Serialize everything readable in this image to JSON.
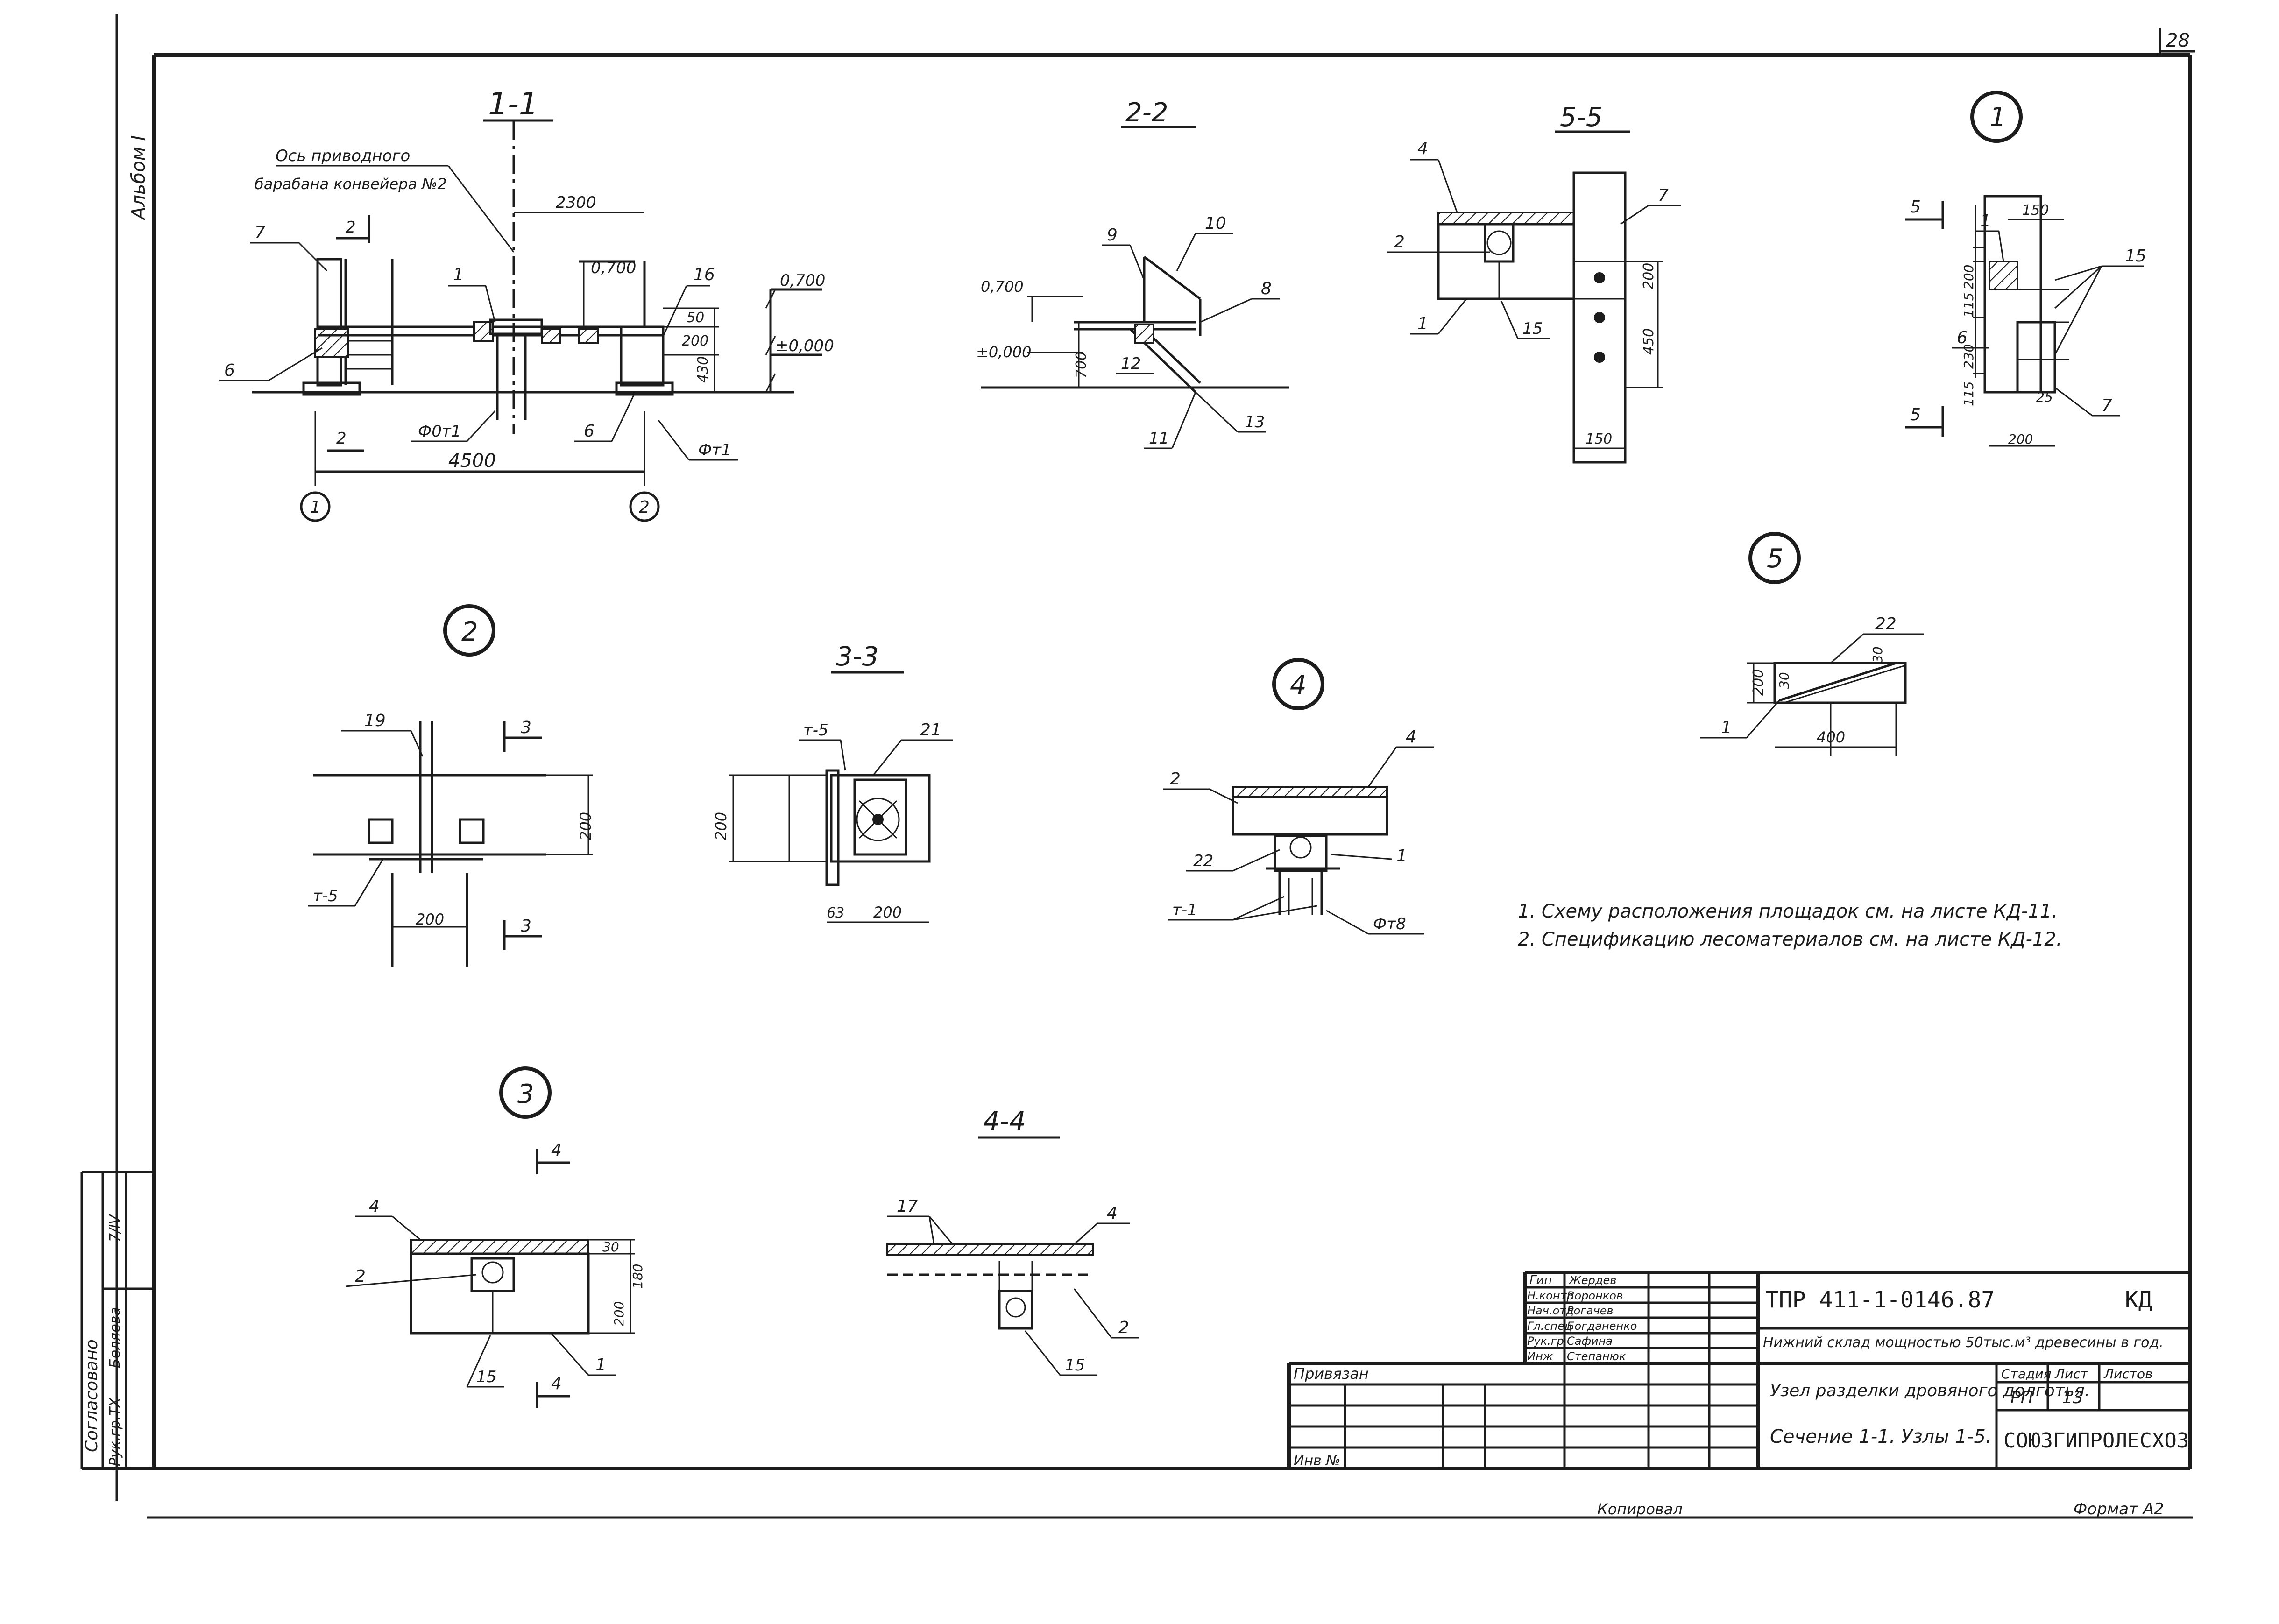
{
  "sheet": {
    "number": "28",
    "format_note": "Формат А2",
    "copied_note": "Копировал"
  },
  "side": {
    "album": "Альбом I",
    "agreed": "Согласовано",
    "dept": "Рук.гр.ТХ",
    "dept_name": "Беляева",
    "sig_date": "7/IV"
  },
  "views": {
    "v1": {
      "title": "1-1",
      "note": [
        "Ось приводного",
        "барабана конвейера №2"
      ],
      "dims": [
        "2300",
        "0,700",
        "0,700",
        "±0,000",
        "50",
        "200",
        "430",
        "4500"
      ],
      "leaders": [
        "7",
        "2",
        "1",
        "16",
        "6",
        "2",
        "6",
        "Ф0т1",
        "Фт1"
      ],
      "axes": [
        "1",
        "2"
      ]
    },
    "v2": {
      "title": "2-2",
      "dims": [
        "0,700",
        "±0,000",
        "700"
      ],
      "leaders": [
        "9",
        "10",
        "8",
        "12",
        "13",
        "11"
      ]
    },
    "v55": {
      "title": "5-5",
      "dims": [
        "200",
        "450",
        "150"
      ],
      "leaders": [
        "4",
        "7",
        "2",
        "1",
        "15"
      ]
    },
    "n1": {
      "title": "1",
      "dims": [
        "150",
        "200",
        "115",
        "230",
        "115",
        "25",
        "200"
      ],
      "leaders": [
        "5",
        "1",
        "15",
        "6",
        "7",
        "5"
      ]
    },
    "n2": {
      "title": "2",
      "dims": [
        "200",
        "200"
      ],
      "leaders": [
        "19",
        "3",
        "т-5",
        "3"
      ]
    },
    "v33": {
      "title": "3-3",
      "dims": [
        "200",
        "63",
        "200"
      ],
      "leaders": [
        "т-5",
        "21"
      ]
    },
    "n4": {
      "title": "4",
      "leaders": [
        "2",
        "4",
        "22",
        "1",
        "т-1",
        "Фт8"
      ]
    },
    "n5": {
      "title": "5",
      "dims": [
        "200",
        "30",
        "30",
        "400"
      ],
      "leaders": [
        "22",
        "1"
      ]
    },
    "n3": {
      "title": "3",
      "dims": [
        "30",
        "180",
        "200"
      ],
      "leaders": [
        "4",
        "4",
        "2",
        "15",
        "1",
        "4"
      ]
    },
    "v44": {
      "title": "4-4",
      "leaders": [
        "17",
        "4",
        "2",
        "15"
      ]
    }
  },
  "notes": [
    "1. Схему расположения площадок см. на листе КД-11.",
    "2. Спецификацию лесоматериалов см. на листе КД-12."
  ],
  "title_block": {
    "roles": [
      "Гип",
      "Н.контр",
      "Нач.отд",
      "Гл.спец",
      "Рук.гр",
      "Инж"
    ],
    "names": [
      "Жердев",
      "Воронков",
      "Рогачев",
      "Богданенко",
      "Сафина",
      "Степанюк"
    ],
    "doc_code": "ТПР 411-1-0146.87",
    "doc_mark": "КД",
    "project": "Нижний склад мощностью 50тыс.м³ древесины в год.",
    "drawing": "Узел разделки дровяного долготья.",
    "content": "Сечение 1-1. Узлы 1-5.",
    "stage_h": "Стадия",
    "sheet_h": "Лист",
    "sheets_h": "Листов",
    "stage": "РП",
    "sheet": "13",
    "org": "СОЮЗГИПРОЛЕСХОЗ",
    "bound": "Привязан",
    "inv": "Инв №"
  }
}
